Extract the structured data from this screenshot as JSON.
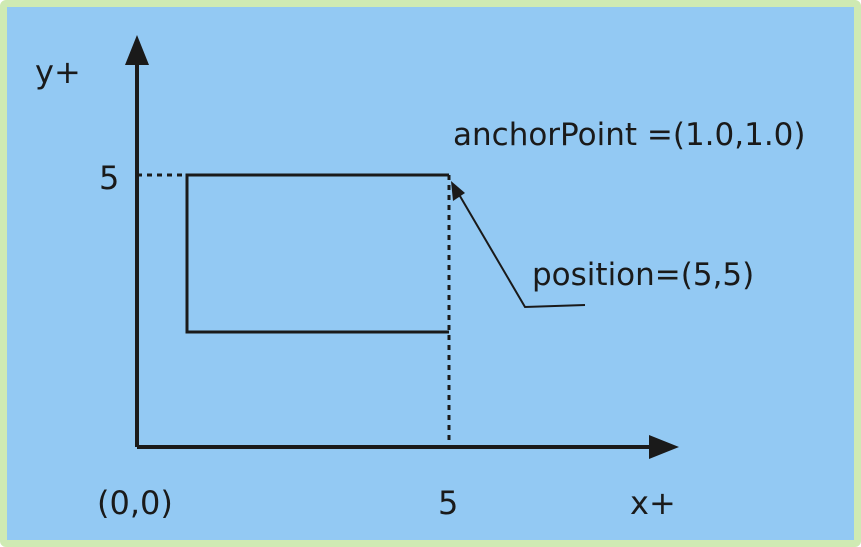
{
  "diagram": {
    "y_axis_label": "y+",
    "x_axis_label": "x+",
    "origin_label": "(0,0)",
    "y_tick_label": "5",
    "x_tick_label": "5",
    "anchor_label": "anchorPoint =(1.0,1.0)",
    "position_label": "position=(5,5)",
    "colors": {
      "background": "#93c9f3",
      "border": "#cfeab3",
      "ink": "#1a1a1a"
    }
  }
}
